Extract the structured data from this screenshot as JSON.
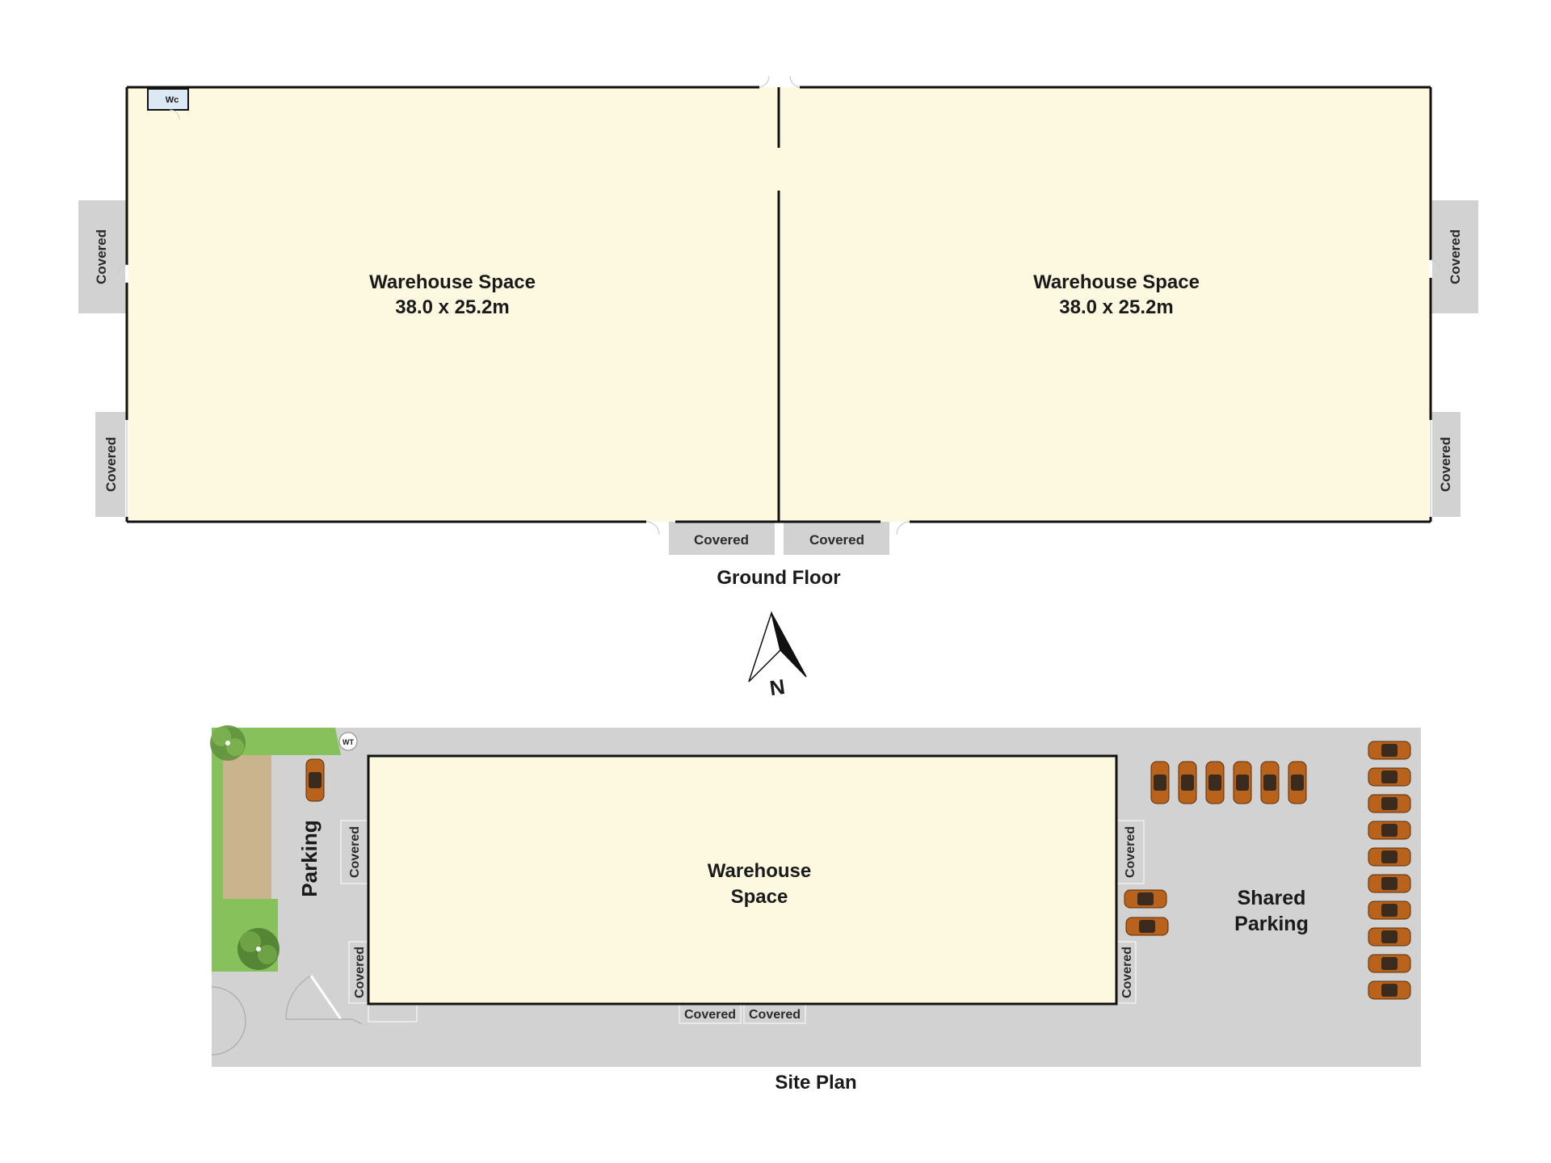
{
  "ground_floor": {
    "caption": "Ground Floor",
    "wc_label": "Wc",
    "rooms": [
      {
        "name": "Warehouse Space",
        "size": "38.0 x 25.2m"
      },
      {
        "name": "Warehouse Space",
        "size": "38.0 x 25.2m"
      }
    ],
    "covered_label": "Covered"
  },
  "compass": {
    "label": "N"
  },
  "site_plan": {
    "caption": "Site Plan",
    "building_line1": "Warehouse",
    "building_line2": "Space",
    "parking_label": "Parking",
    "shared_parking_line1": "Shared",
    "shared_parking_line2": "Parking",
    "wt_label": "WT",
    "covered_label": "Covered"
  },
  "colors": {
    "floor_fill": "#fdf9e0",
    "covered_fill": "#d2d2d2",
    "grass": "#86c15c",
    "path": "#c9b48e",
    "car": "#b8621c",
    "wall": "#111111"
  }
}
